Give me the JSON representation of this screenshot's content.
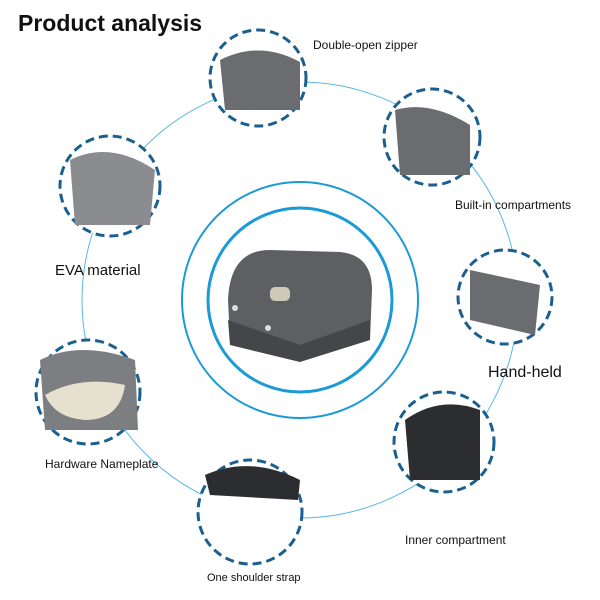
{
  "title": "Product analysis",
  "features": [
    {
      "label": "Double-open zipper"
    },
    {
      "label": "Built-in compartments"
    },
    {
      "label": "Hand-held"
    },
    {
      "label": "Inner compartment"
    },
    {
      "label": "One shoulder strap"
    },
    {
      "label": "Hardware Nameplate"
    },
    {
      "label": "EVA material"
    }
  ],
  "colors": {
    "ring": "#1a9ad6",
    "dash": "#1b5f8f",
    "case": "#5d5f63"
  }
}
